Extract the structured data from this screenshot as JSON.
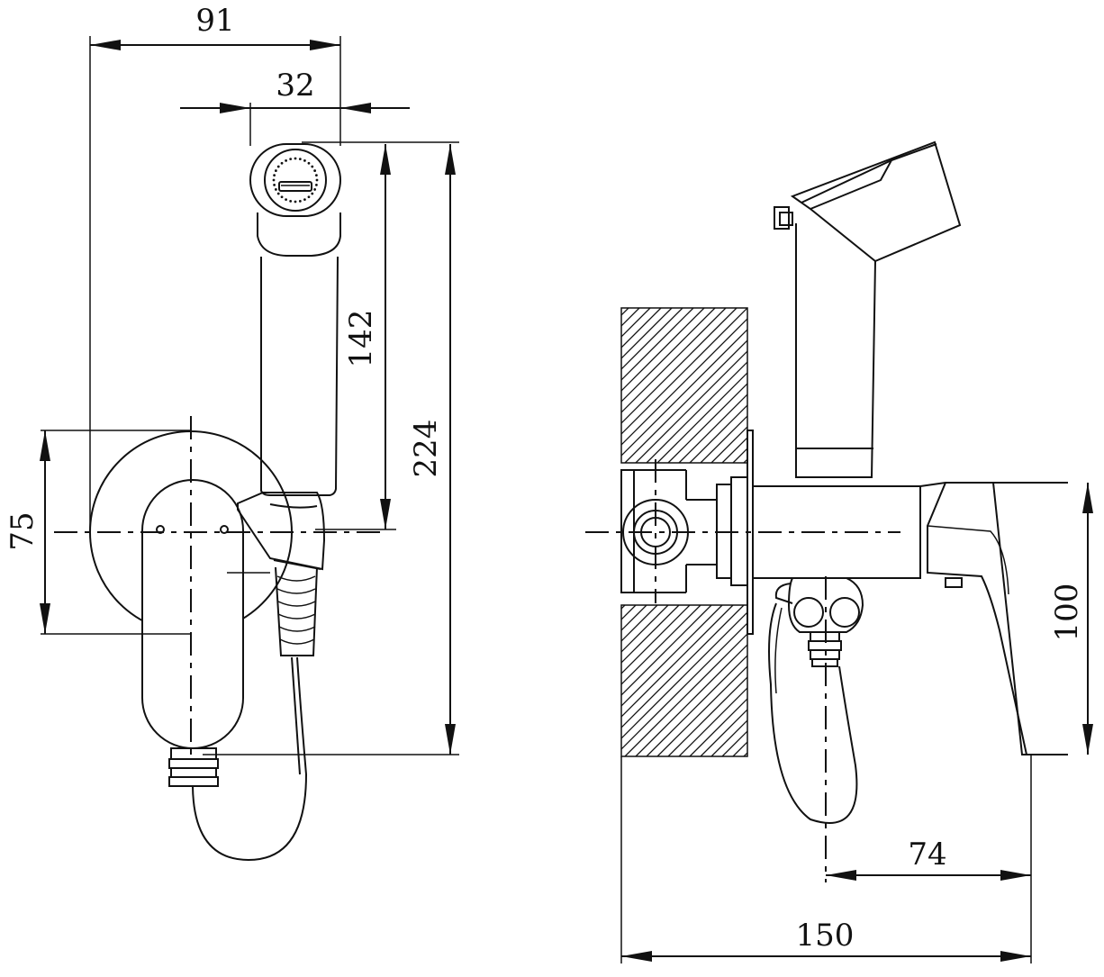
{
  "dimensions": {
    "width_total": "91",
    "head_width": "32",
    "handle_length": "142",
    "total_height": "224",
    "plate_diameter": "75",
    "lever_height": "100",
    "hose_offset": "74",
    "total_depth": "150"
  }
}
